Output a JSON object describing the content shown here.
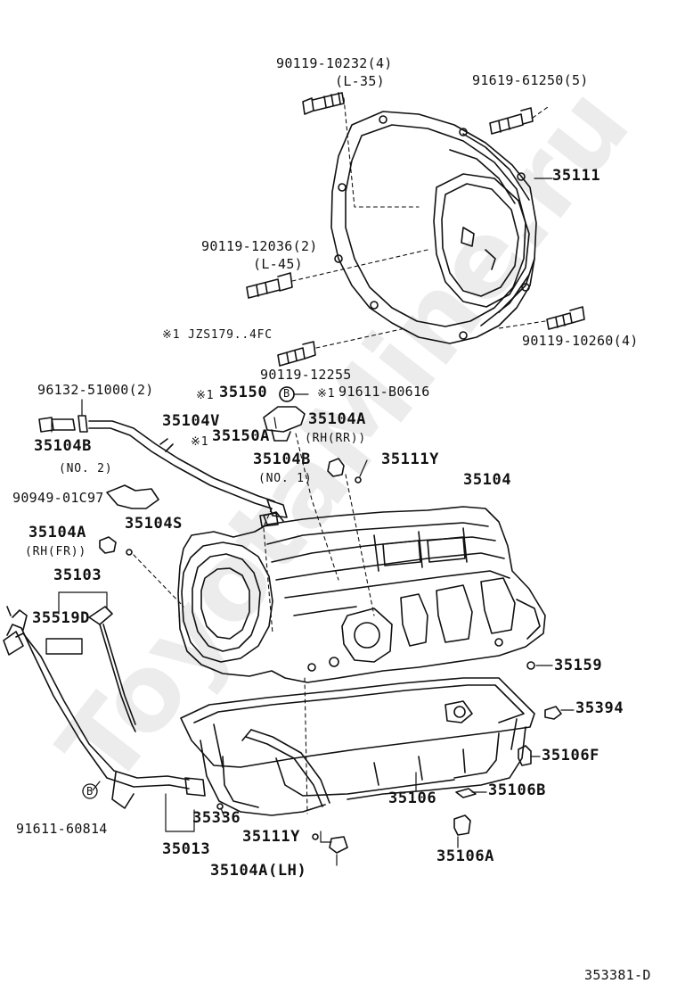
{
  "watermark": "ToyotaMine.ru",
  "diagram_code": "353381-D",
  "labels": {
    "bolt_top": "90119-10232(4)",
    "bolt_top_len": "(L-35)",
    "bolt_right": "91619-61250(5)",
    "housing": "35111",
    "bolt_mid": "90119-12036(2)",
    "bolt_mid_len": "(L-45)",
    "note1": "※1 JZS179..4FC",
    "bolt_lower_right": "90119-10260(4)",
    "bolt_lower": "90119-12255",
    "clip": "96132-51000(2)",
    "plate_mark": "※1",
    "plate": "35150",
    "plug_b": "91611-B0616",
    "plug_b_mark": "※1",
    "plate_a": "35150A",
    "hose_v": "35104V",
    "hose_v_mark": "※1",
    "union_a_rr": "35104A",
    "union_a_rr_note": "(RH(RR))",
    "union_b_no2": "35104B",
    "union_b_no2_note": "(NO. 2)",
    "union_b_no1": "35104B",
    "union_b_no1_note": "(NO. 1)",
    "gasket_y_top": "35111Y",
    "transmission": "35104",
    "bracket": "90949-01C97",
    "union_a_fr": "35104A",
    "union_a_fr_note": "(RH(FR))",
    "sleeve": "35104S",
    "gauge_assy": "35103",
    "gauge": "35519D",
    "plug_35159": "35159",
    "plug_35394": "35394",
    "bolt_35106f": "35106F",
    "pan": "35106",
    "gasket_35106b": "35106B",
    "bolt_b": "91611-60814",
    "ring_35336": "35336",
    "tube": "35013",
    "gasket_y_bottom": "35111Y",
    "drain_35106a": "35106A",
    "union_a_lh": "35104A(LH)",
    "circle_b": "B"
  }
}
